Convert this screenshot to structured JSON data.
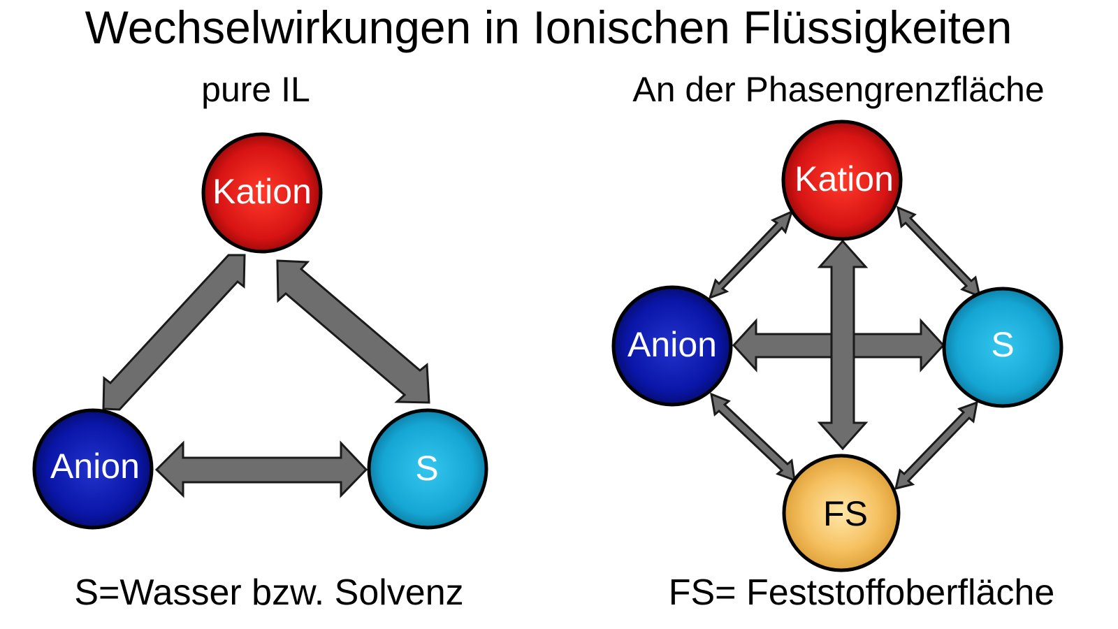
{
  "title": "Wechselwirkungen in Ionischen Flüssigkeiten",
  "left_panel": {
    "heading": "pure IL",
    "nodes": {
      "kation": "Kation",
      "anion": "Anion",
      "solvent": "S"
    },
    "footnote": "S=Wasser bzw. Solvenz"
  },
  "right_panel": {
    "heading": "An der Phasengrenzfläche",
    "nodes": {
      "kation": "Kation",
      "anion": "Anion",
      "solvent": "S",
      "surface": "FS"
    },
    "footnote": "FS= Feststoffoberfläche"
  },
  "colors": {
    "kation": "#d81414",
    "anion": "#0a16a8",
    "solvent": "#16a6d4",
    "surface": "#f5c060",
    "arrow_fill": "#6e6e6e",
    "arrow_outline": "#1a1a1a"
  }
}
